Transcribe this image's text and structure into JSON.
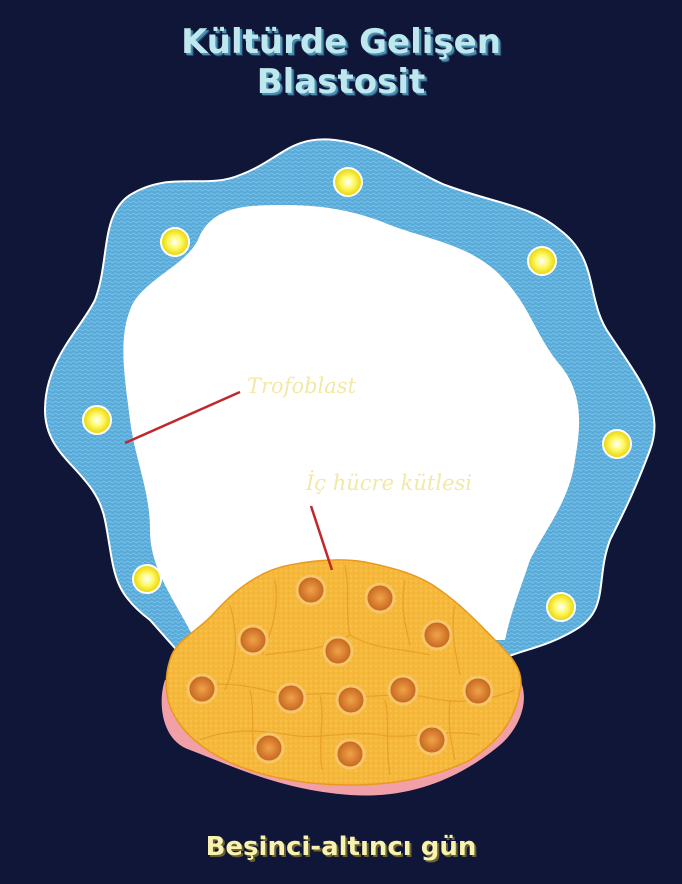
{
  "title": {
    "line1": "Kültürde Gelişen",
    "line2": "Blastosit"
  },
  "labels": {
    "trophoblast": "Trofoblast",
    "inner_cell_mass": "İç hücre kütlesi"
  },
  "caption": "Beşinci-altıncı gün",
  "colors": {
    "background": "#0f1638",
    "trophoblast_ring": "#5aaad8",
    "cavity": "#ffffff",
    "inner_cell_mass": "#f5b83a",
    "nucleus": "#d9802e",
    "base_layer": "#f2a0a8",
    "pointer_line": "#c0282a",
    "label_text": "#f1e9a6",
    "title_text": "#bfe7ee",
    "caption_text": "#f7f2b0"
  }
}
